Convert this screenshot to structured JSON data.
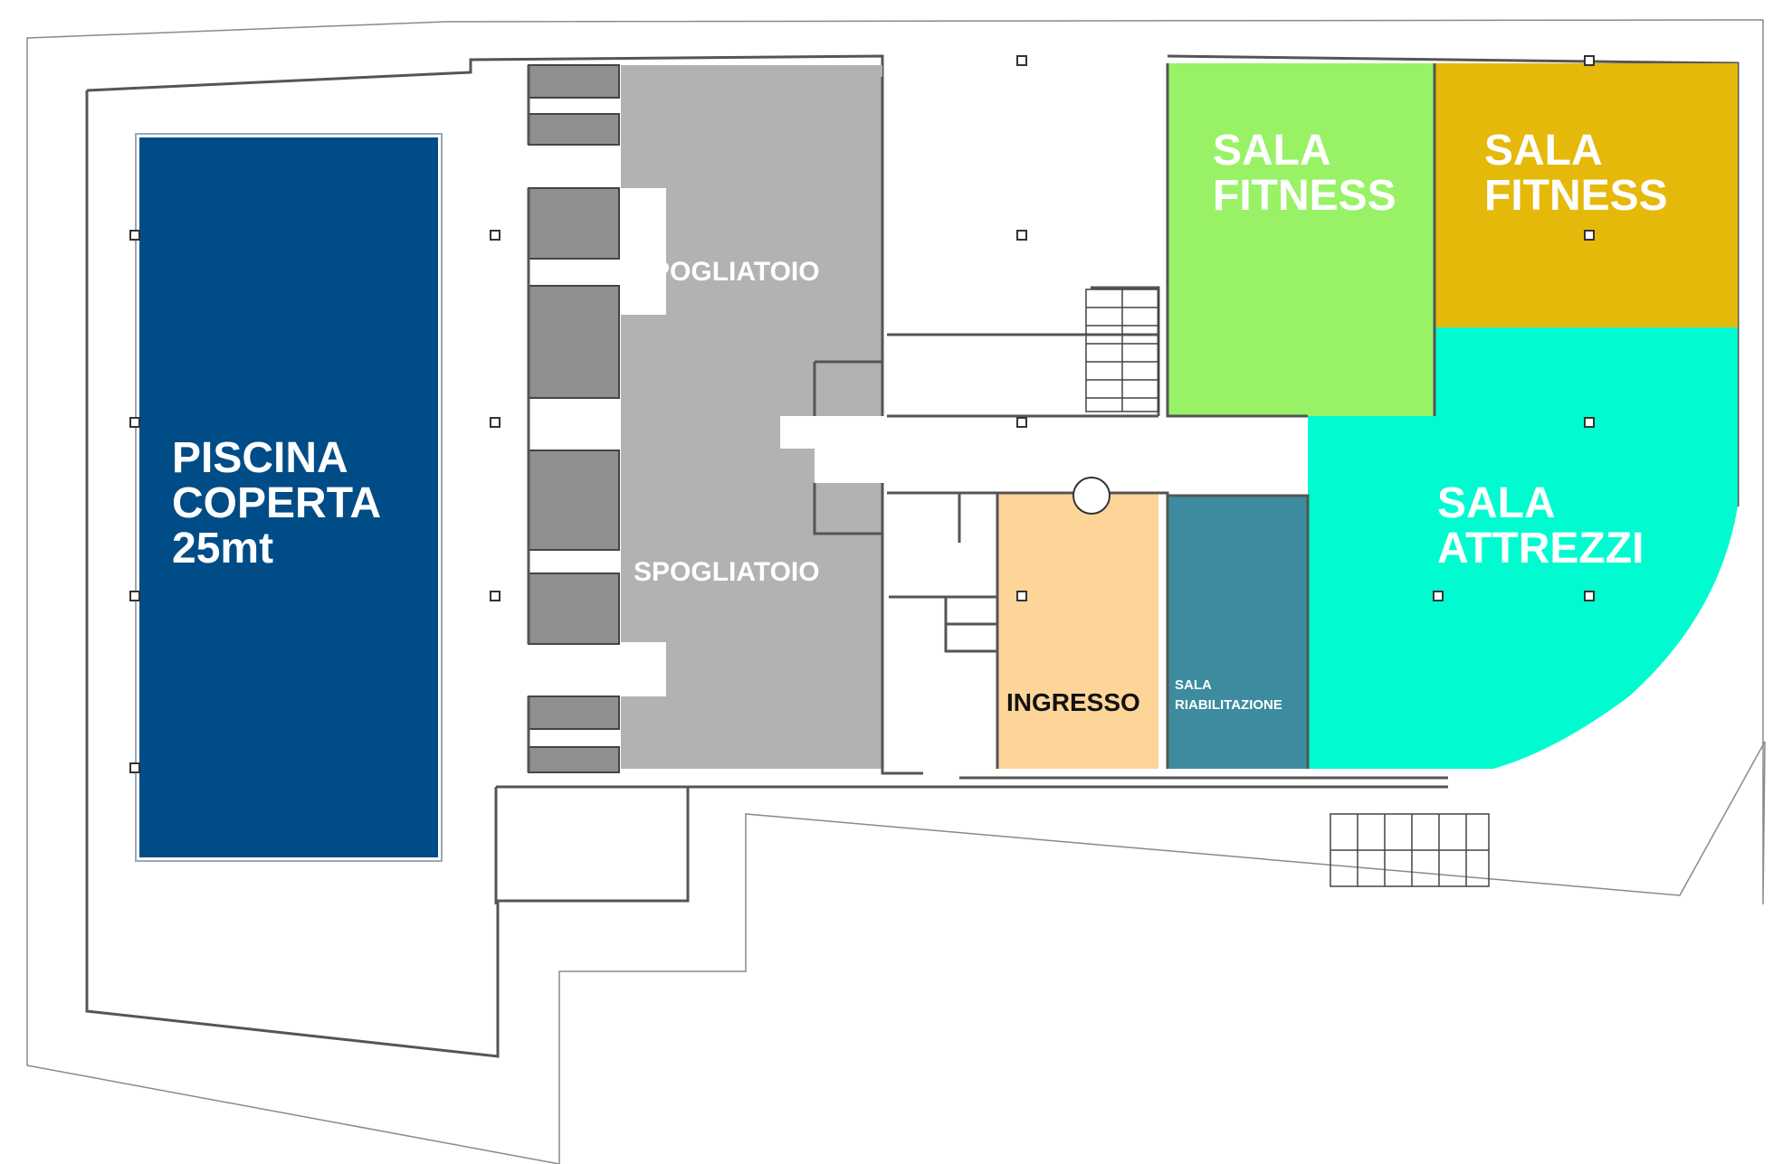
{
  "colors": {
    "pool": "#004c87",
    "changing": "#b2b2b2",
    "fitness_green": "#99f266",
    "fitness_gold": "#e5b90a",
    "equipment": "#00fbd1",
    "entrance": "#fdd598",
    "rehab": "#3d8b9f"
  },
  "rooms": {
    "pool": {
      "line1": "PISCINA",
      "line2": "COPERTA",
      "line3": "25mt"
    },
    "changing_top": {
      "label": "SPOGLIATOIO"
    },
    "changing_bottom": {
      "label": "SPOGLIATOIO"
    },
    "fitness_1": {
      "line1": "SALA",
      "line2": "FITNESS"
    },
    "fitness_2": {
      "line1": "SALA",
      "line2": "FITNESS"
    },
    "equipment": {
      "line1": "SALA",
      "line2": "ATTREZZI"
    },
    "entrance": {
      "label": "INGRESSO"
    },
    "rehab": {
      "line1": "SALA",
      "line2": "RIABILITAZIONE"
    }
  }
}
